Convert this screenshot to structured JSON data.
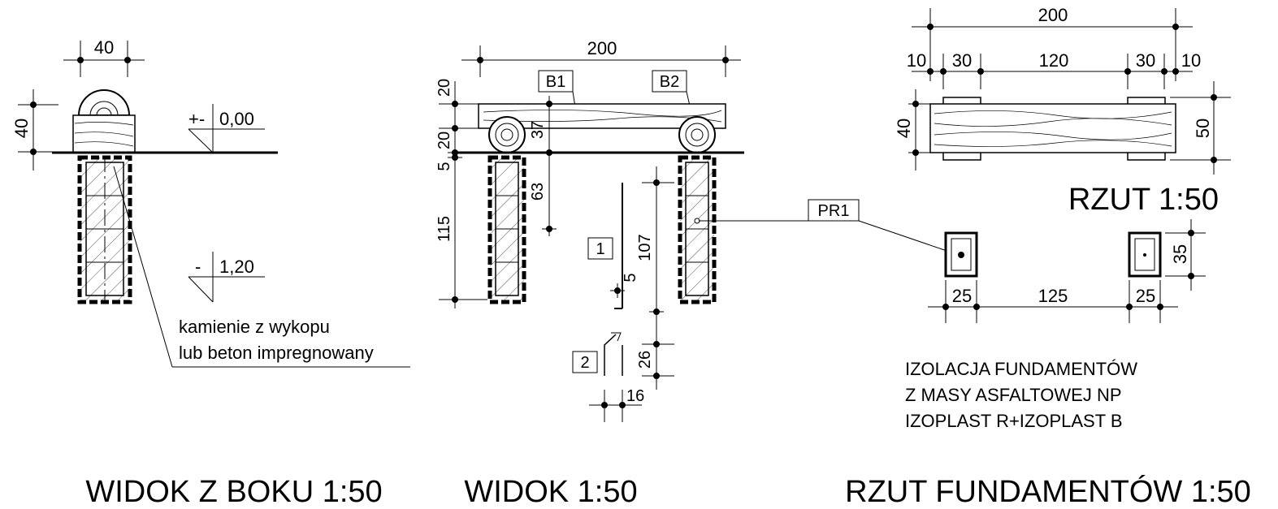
{
  "side_view": {
    "title": "WIDOK Z BOKU 1:50",
    "dim_width": "40",
    "dim_height": "40",
    "level_top": "0,00",
    "level_top_sign": "+-",
    "level_bottom": "1,20",
    "level_bottom_sign": "-",
    "note_line1": "kamienie z wykopu",
    "note_line2": "lub beton impregnowany"
  },
  "front_view": {
    "title": "WIDOK 1:50",
    "dim_total": "200",
    "dim_20_top": "20",
    "dim_20_mid": "20",
    "dim_5": "5",
    "dim_115": "115",
    "dim_37": "37",
    "dim_63": "63",
    "tag_b1": "B1",
    "tag_b2": "B2",
    "tag_1": "1",
    "tag_2": "2",
    "dim_107": "107",
    "dim_5_small": "5",
    "dim_26": "26",
    "dim_16": "16",
    "tag_pr1": "PR1"
  },
  "plan_view": {
    "title": "RZUT 1:50",
    "dim_total": "200",
    "dim_10_left": "10",
    "dim_30_left": "30",
    "dim_120": "120",
    "dim_30_right": "30",
    "dim_10_right": "10",
    "dim_40": "40",
    "dim_50": "50"
  },
  "foundation_plan": {
    "title": "RZUT FUNDAMENTÓW 1:50",
    "dim_25_left": "25",
    "dim_125": "125",
    "dim_25_right": "25",
    "dim_35": "35",
    "note_line1": "IZOLACJA FUNDAMENTÓW",
    "note_line2": "Z MASY ASFALTOWEJ NP",
    "note_line3": "IZOPLAST R+IZOPLAST B"
  }
}
